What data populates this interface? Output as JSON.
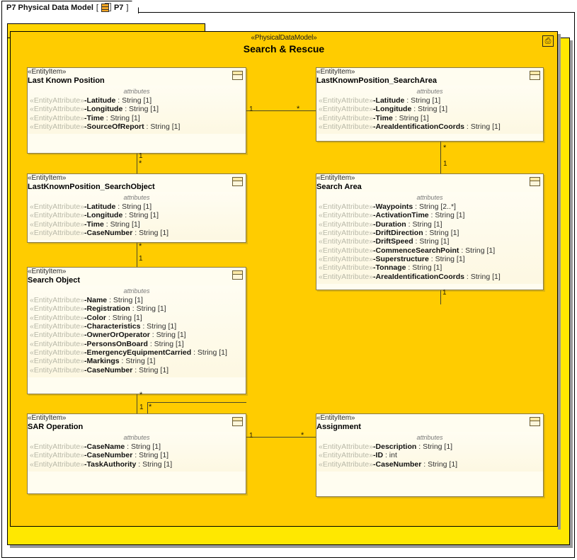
{
  "window": {
    "tab_title": "P7 Physical Data Model",
    "tab_bracket_open": "[",
    "tab_bracket_close": "]",
    "tab_sub_label": "P7",
    "tab_icon": "data-model-icon"
  },
  "package": {
    "stereotype": "«PhysicalDataModel»",
    "name": "Search & Rescue",
    "corner_icon": "package-anchor-icon",
    "fill_color": "#FFCC00"
  },
  "canvas": {
    "fill_color": "#FFE800"
  },
  "labels": {
    "attributes_compartment": "attributes",
    "entity_stereotype": "«EntityItem»",
    "attribute_stereotype": "«EntityAttribute»"
  },
  "entities": [
    {
      "id": "last-known-position",
      "stereotype": "«EntityItem»",
      "name": "Last Known Position",
      "compartment": "attributes",
      "attributes": [
        {
          "stereotype": "«EntityAttribute»",
          "name": "-Latitude",
          "type": " : String [1]"
        },
        {
          "stereotype": "«EntityAttribute»",
          "name": "-Longitude",
          "type": " : String [1]"
        },
        {
          "stereotype": "«EntityAttribute»",
          "name": "-Time",
          "type": " : String [1]"
        },
        {
          "stereotype": "«EntityAttribute»",
          "name": "-SourceOfReport",
          "type": " : String [1]"
        }
      ]
    },
    {
      "id": "lkp-search-area",
      "stereotype": "«EntityItem»",
      "name": "LastKnownPosition_SearchArea",
      "compartment": "attributes",
      "attributes": [
        {
          "stereotype": "«EntityAttribute»",
          "name": "-Latitude",
          "type": " : String [1]"
        },
        {
          "stereotype": "«EntityAttribute»",
          "name": "-Longitude",
          "type": " : String [1]"
        },
        {
          "stereotype": "«EntityAttribute»",
          "name": "-Time",
          "type": " : String [1]"
        },
        {
          "stereotype": "«EntityAttribute»",
          "name": "-AreaIdentificationCoords",
          "type": " : String [1]"
        }
      ]
    },
    {
      "id": "lkp-search-object",
      "stereotype": "«EntityItem»",
      "name": "LastKnownPosition_SearchObject",
      "compartment": "attributes",
      "attributes": [
        {
          "stereotype": "«EntityAttribute»",
          "name": "-Latitude",
          "type": " : String [1]"
        },
        {
          "stereotype": "«EntityAttribute»",
          "name": "-Longitude",
          "type": " : String [1]"
        },
        {
          "stereotype": "«EntityAttribute»",
          "name": "-Time",
          "type": " : String [1]"
        },
        {
          "stereotype": "«EntityAttribute»",
          "name": "-CaseNumber",
          "type": " : String [1]"
        }
      ]
    },
    {
      "id": "search-area",
      "stereotype": "«EntityItem»",
      "name": "Search Area",
      "compartment": "attributes",
      "attributes": [
        {
          "stereotype": "«EntityAttribute»",
          "name": "-Waypoints",
          "type": " : String [2..*]"
        },
        {
          "stereotype": "«EntityAttribute»",
          "name": "-ActivationTime",
          "type": " : String [1]"
        },
        {
          "stereotype": "«EntityAttribute»",
          "name": "-Duration",
          "type": " : String [1]"
        },
        {
          "stereotype": "«EntityAttribute»",
          "name": "-DriftDirection",
          "type": " : String [1]"
        },
        {
          "stereotype": "«EntityAttribute»",
          "name": "-DriftSpeed",
          "type": " : String [1]"
        },
        {
          "stereotype": "«EntityAttribute»",
          "name": "-CommenceSearchPoint",
          "type": " : String [1]"
        },
        {
          "stereotype": "«EntityAttribute»",
          "name": "-Superstructure",
          "type": " : String [1]"
        },
        {
          "stereotype": "«EntityAttribute»",
          "name": "-Tonnage",
          "type": " : String [1]"
        },
        {
          "stereotype": "«EntityAttribute»",
          "name": "-AreaIdentificationCoords",
          "type": " : String [1]"
        }
      ]
    },
    {
      "id": "search-object",
      "stereotype": "«EntityItem»",
      "name": "Search Object",
      "compartment": "attributes",
      "attributes": [
        {
          "stereotype": "«EntityAttribute»",
          "name": "-Name",
          "type": " : String [1]"
        },
        {
          "stereotype": "«EntityAttribute»",
          "name": "-Registration",
          "type": " : String [1]"
        },
        {
          "stereotype": "«EntityAttribute»",
          "name": "-Color",
          "type": " : String [1]"
        },
        {
          "stereotype": "«EntityAttribute»",
          "name": "-Characteristics",
          "type": " : String [1]"
        },
        {
          "stereotype": "«EntityAttribute»",
          "name": "-OwnerOrOperator",
          "type": " : String [1]"
        },
        {
          "stereotype": "«EntityAttribute»",
          "name": "-PersonsOnBoard",
          "type": " : String [1]"
        },
        {
          "stereotype": "«EntityAttribute»",
          "name": "-EmergencyEquipmentCarried",
          "type": " : String [1]"
        },
        {
          "stereotype": "«EntityAttribute»",
          "name": "-Markings",
          "type": " : String [1]"
        },
        {
          "stereotype": "«EntityAttribute»",
          "name": "-CaseNumber",
          "type": " : String [1]"
        }
      ]
    },
    {
      "id": "sar-operation",
      "stereotype": "«EntityItem»",
      "name": "SAR Operation",
      "compartment": "attributes",
      "attributes": [
        {
          "stereotype": "«EntityAttribute»",
          "name": "-CaseName",
          "type": " : String [1]"
        },
        {
          "stereotype": "«EntityAttribute»",
          "name": "-CaseNumber",
          "type": " : String [1]"
        },
        {
          "stereotype": "«EntityAttribute»",
          "name": "-TaskAuthority",
          "type": " : String [1]"
        }
      ]
    },
    {
      "id": "assignment",
      "stereotype": "«EntityItem»",
      "name": "Assignment",
      "compartment": "attributes",
      "attributes": [
        {
          "stereotype": "«EntityAttribute»",
          "name": "-Description",
          "type": " : String [1]"
        },
        {
          "stereotype": "«EntityAttribute»",
          "name": "-ID",
          "type": " : int"
        },
        {
          "stereotype": "«EntityAttribute»",
          "name": "-CaseNumber",
          "type": " : String [1]"
        }
      ]
    }
  ],
  "multiplicities": {
    "lkp_to_lkpsa_source": "1",
    "lkp_to_lkpsa_target": "*",
    "lkp_to_lkpso_source": "1",
    "lkp_to_lkpso_target": "*",
    "lkpsa_to_sa_source": "*",
    "lkpsa_to_sa_target": "1",
    "lkpso_to_so_source": "*",
    "lkpso_to_so_target": "1",
    "so_to_sar_source": "*",
    "so_to_sar_target": "1",
    "so_branch_star": "*",
    "sar_to_assign_source": "1",
    "sar_to_assign_target": "*",
    "sa_to_assign": "1"
  }
}
